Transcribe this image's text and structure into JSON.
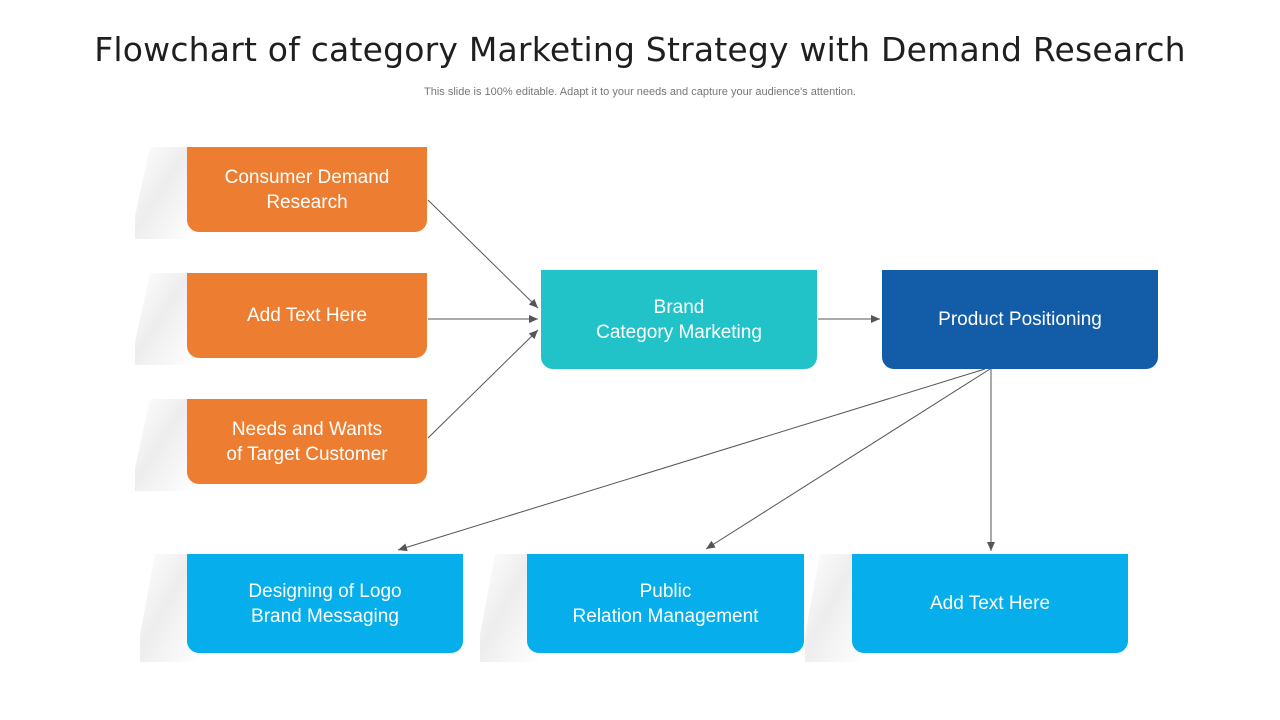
{
  "header": {
    "title": "Flowchart of category Marketing Strategy with Demand Research",
    "subtitle": "This slide is 100% editable. Adapt it to your needs and capture your audience's attention."
  },
  "nodes": {
    "consumer_demand": "Consumer Demand\nResearch",
    "add_text_left": "Add Text Here",
    "needs_wants": "Needs and Wants\nof Target Customer",
    "brand_category": "Brand\nCategory Marketing",
    "product_positioning": "Product Positioning",
    "logo_messaging": "Designing of Logo\nBrand Messaging",
    "public_relation": "Public\nRelation Management",
    "add_text_bottom": "Add Text Here"
  },
  "colors": {
    "orange": "#ed7d31",
    "teal": "#22c2c9",
    "navy": "#135ca8",
    "sky": "#06aeec",
    "connector": "#555555"
  }
}
